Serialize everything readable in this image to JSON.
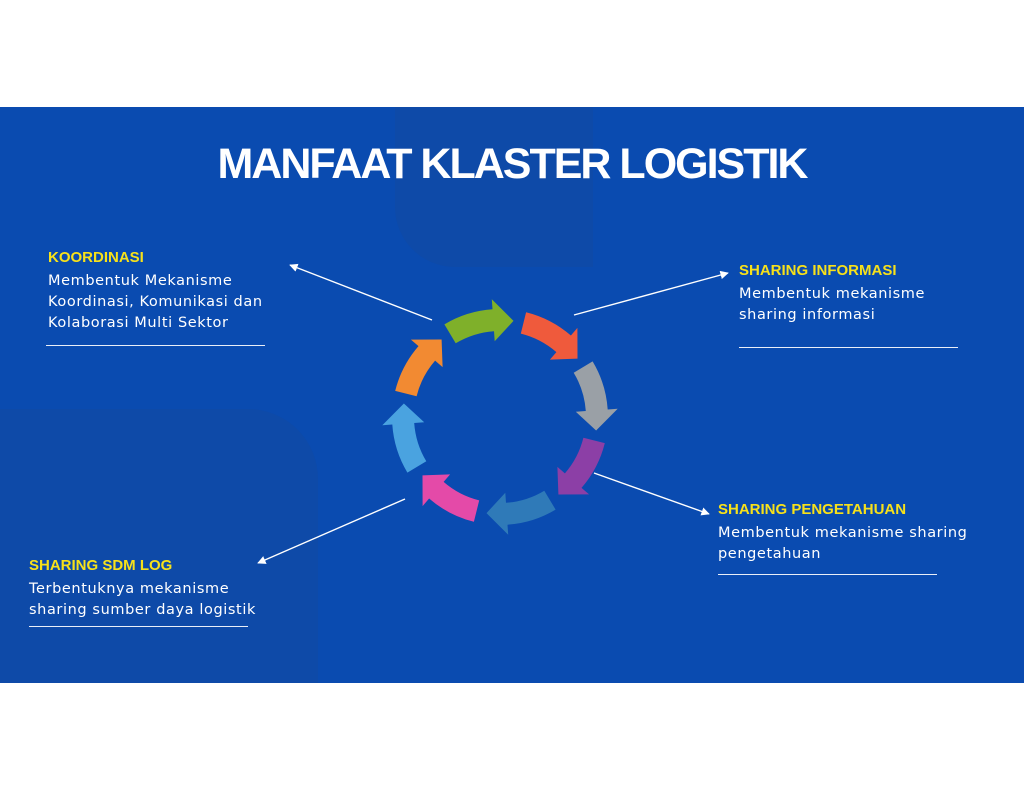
{
  "title": "MANFAAT KLASTER LOGISTIK",
  "items": [
    {
      "heading": "KOORDINASI",
      "lines": [
        "Membentuk Mekanisme",
        "Koordinasi, Komunikasi dan",
        "Kolaborasi Multi Sektor"
      ]
    },
    {
      "heading": "SHARING INFORMASI",
      "lines": [
        "Membentuk mekanisme",
        "sharing informasi"
      ]
    },
    {
      "heading": "SHARING PENGETAHUAN",
      "lines": [
        "Membentuk mekanisme sharing",
        "pengetahuan"
      ]
    },
    {
      "heading": "SHARING SDM LOG",
      "lines": [
        "Terbentuknya mekanisme",
        "sharing sumber daya logistik"
      ]
    }
  ],
  "colors": {
    "background": "#0a4bb0",
    "heading": "#f7e11a",
    "text": "#ffffff",
    "arrows": [
      "#ef5a3c",
      "#9aa0a6",
      "#8c3fa6",
      "#2f7ab8",
      "#e44aa8",
      "#4aa3e0",
      "#f28a32",
      "#7fb02a"
    ]
  }
}
